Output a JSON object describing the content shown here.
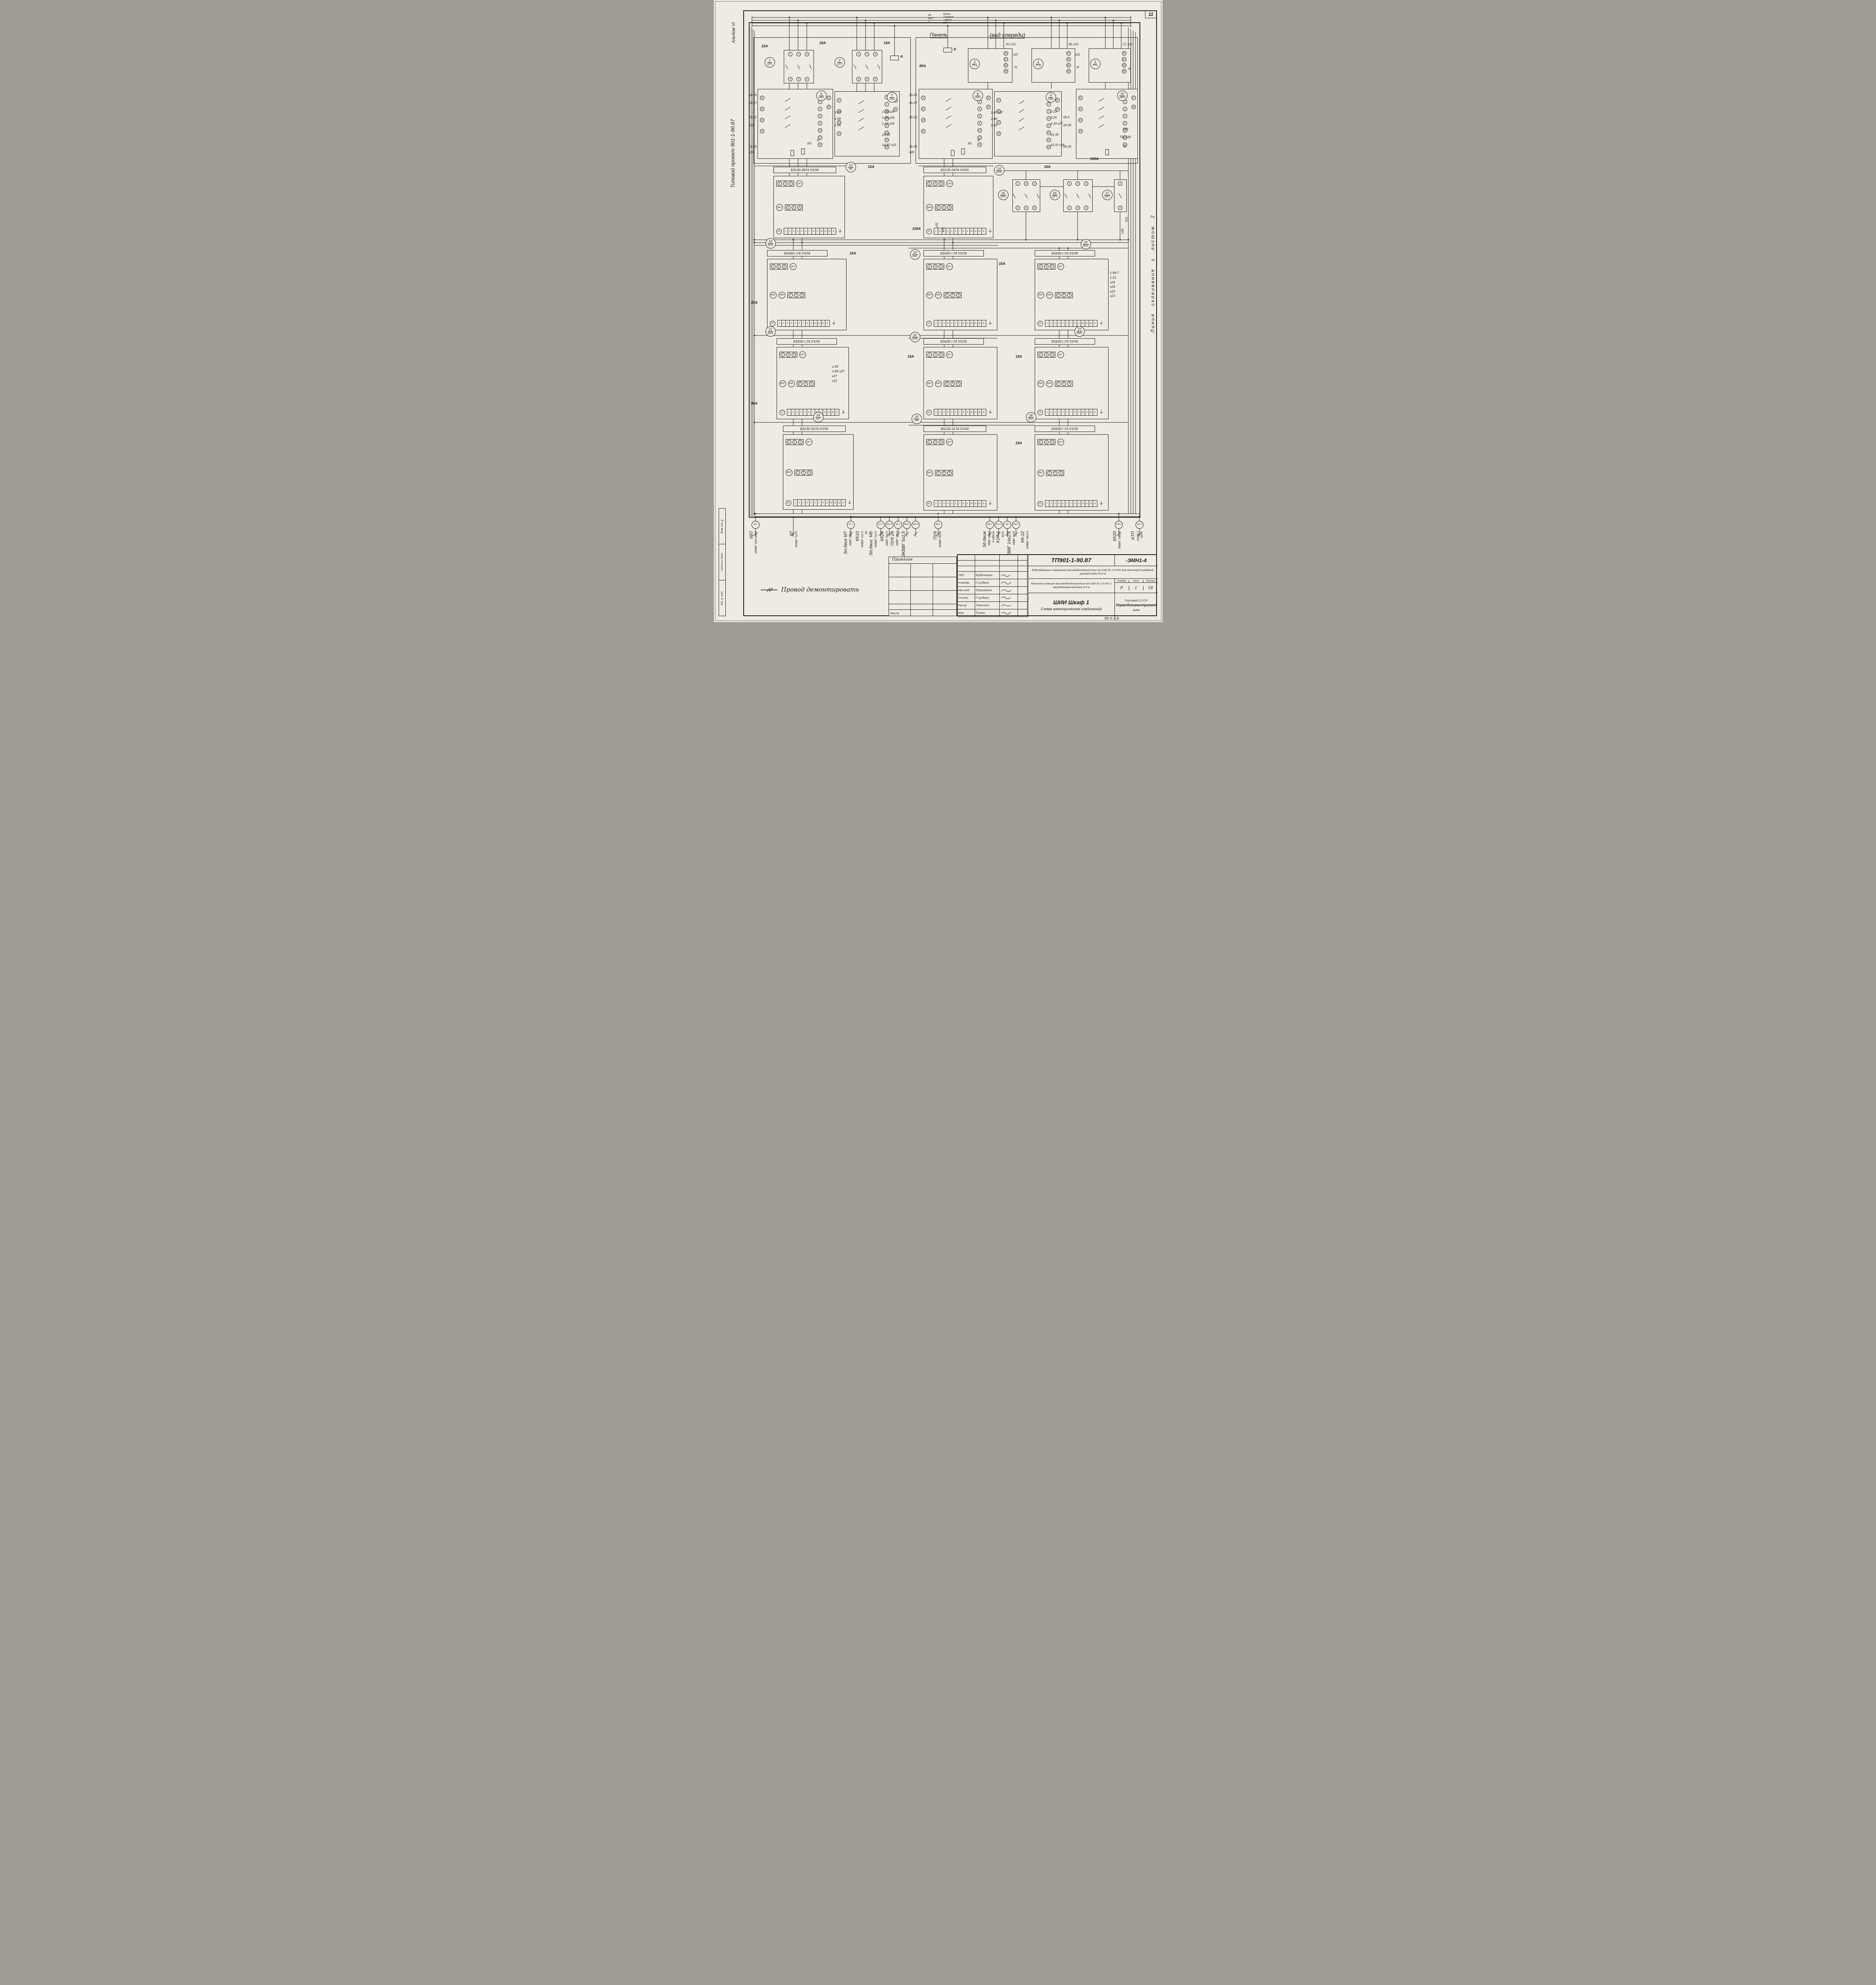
{
  "sheet": {
    "number": "11",
    "album": "Альбом VI",
    "project_side": "Типовой проект 901-1-90.87",
    "glue_line": "Линия склеивания с листом 2",
    "stamp_column": [
      "Взам. инв. №",
      "Подпись и дата",
      "Инв. № подл."
    ],
    "handwritten_date": "90 6.4/6",
    "note": "Провод демонтировать"
  },
  "top": {
    "wire_colors": [
      "КВ",
      "ЖЕЛ",
      "З"
    ],
    "bus_note": [
      "Шины:",
      "силовые",
      "~380 В",
      "100 А"
    ],
    "panel": "Панель",
    "panel_view": "(вид спереди)"
  },
  "common": {
    "top_terms": [
      "1",
      "3",
      "5"
    ],
    "bot_terms": [
      "2",
      "4",
      "6"
    ],
    "one_top": [
      "1"
    ],
    "one_bot": [
      "2"
    ],
    "strip": [
      "1",
      "2",
      "3",
      "4",
      "5",
      "6",
      "7",
      "8",
      "9",
      "10",
      "11",
      "12",
      "N"
    ],
    "relay_left_pins": [
      "11",
      "12",
      "13",
      "14"
    ],
    "relay_right_pins": [
      "21",
      "22"
    ],
    "relay_inner_pins": [
      "1",
      "2",
      "3",
      "4",
      "9",
      "10",
      "12",
      "14"
    ],
    "tt_pins": [
      "Л1",
      "И1",
      "И2",
      "Л2"
    ],
    "x1": "х1",
    "ground": "⏚"
  },
  "components": {
    "c1": {
      "num": "1",
      "tag": "QF4"
    },
    "c2": {
      "num": "2",
      "tag": "QF3"
    },
    "c3": {
      "num": "3",
      "tag": "ТТ-а"
    },
    "c4": {
      "num": "4",
      "tag": "ТТ-В"
    },
    "c5": {
      "num": "5",
      "tag": "ТТ-с"
    },
    "c6": {
      "num": "6",
      "tag": "14К1"
    },
    "c7": {
      "num": "7",
      "tag": "14К2"
    },
    "c8": {
      "num": "8",
      "tag": "15К1"
    },
    "c9": {
      "num": "9",
      "tag": "15К2"
    },
    "c10": {
      "num": "10",
      "tag": "18К3"
    },
    "c13": {
      "num": "13",
      "tag": "М5"
    },
    "c14": {
      "num": "14",
      "tag": "М24"
    },
    "c15": {
      "num": "15",
      "tag": "QF2"
    },
    "c16": {
      "num": "16",
      "tag": "QF1"
    },
    "c17": {
      "num": "17",
      "tag": "QF5"
    },
    "c18": {
      "num": "18",
      "tag": "М10"
    },
    "c19": {
      "num": "19",
      "tag": "М11"
    },
    "c20": {
      "num": "20",
      "tag": "М14"
    },
    "c21": {
      "num": "21",
      "tag": "М15"
    },
    "c22": {
      "num": "22",
      "tag": "М18"
    },
    "c23": {
      "num": "23",
      "tag": "М20"
    },
    "c24": {
      "num": "24",
      "tag": "М7"
    },
    "c25": {
      "num": "25",
      "tag": "М9"
    },
    "c26": {
      "num": "26",
      "tag": "М22"
    }
  },
  "modules": [
    {
      "model": "Б5130-2874 УХЛ4",
      "qf": "QF7",
      "km": "КМ7",
      "km2": ""
    },
    {
      "model": "Б5130-2474 УХЛ4",
      "qf": "QF9",
      "km": "КМ9",
      "km2": ""
    },
    {
      "model": "Б5430-□74 УХЛ4",
      "qf": "QF7",
      "km": "КМ1",
      "km2": "КМ2"
    },
    {
      "model": "Б5430-□74 УХЛ4",
      "qf": "QF7",
      "km": "КМ1",
      "km2": "КМ2"
    },
    {
      "model": "Б5430-□74 УХЛ4",
      "qf": "QF7",
      "km": "КМ1",
      "km2": "КМ2"
    },
    {
      "model": "Б5430-□74 УХЛ4",
      "qf": "QF7",
      "km": "КМ1",
      "km2": "КМ2"
    },
    {
      "model": "Б5430-□74 УХЛ4",
      "qf": "QF7",
      "km": "КМ1",
      "km2": "КМ2"
    },
    {
      "model": "Б5430-□74 УХЛ4",
      "qf": "QF7",
      "km": "КМ1",
      "km2": "КМ2"
    },
    {
      "model": "Б5130-3174 УХЛ4",
      "qf": "QF7",
      "km": "КМ1",
      "km2": ""
    },
    {
      "model": "Б5130-3174 УХЛ4",
      "qf": "QF7",
      "km": "КМ1",
      "km2": ""
    },
    {
      "model": "Б5430-□74 УХЛ4",
      "qf": "QF7",
      "km": "КМ1",
      "km2": ""
    }
  ],
  "amps": [
    "15А",
    "16А",
    "16А",
    "80А",
    "15А",
    "16А",
    "100А",
    "15А",
    "15А",
    "15А",
    "16А",
    "15А",
    "15А",
    "15А",
    "100А",
    "А",
    "А"
  ],
  "wires": [
    "14-25",
    "14-27",
    "14-21",
    "х22",
    "14-35",
    "х23",
    "1-47",
    "1-69",
    "1-55",
    "1-23 х24",
    "1-25 х24",
    "1-19 х24",
    "14-35",
    "14-37 х23",
    "15-25",
    "15-27",
    "15-21",
    "15-35",
    "х26",
    "2-47 х27",
    "2-69",
    "2-55",
    "2-23",
    "2-25",
    "2-19 х27",
    "15-35",
    "15-37 х26",
    "18-3",
    "18-29",
    "18-25",
    "ТТ6",
    "Т21 х30",
    "N",
    "А1 х21",
    "В1 х21",
    "С1 х21",
    "х21",
    "х21",
    "N",
    "N",
    "N",
    "1-69 7",
    "1-51",
    "х24",
    "х24",
    "х23",
    "х23",
    "с-63",
    "2-65 х27",
    "х27",
    "х21",
    "101",
    "х30",
    "КХ",
    "Н",
    "КХ",
    "Н",
    "х31",
    "х31"
  ],
  "bottom": {
    "terminals": [
      "ИЗ",
      "К7-1",
      "К7-1",
      "К10-1",
      "К5-1",
      "И24-1",
      "И24-4",
      "К9-1",
      "И9-1",
      "К11-1",
      "И4",
      "Т22-1",
      "Т2Р-1",
      "И1-3"
    ],
    "cables": [
      {
        "lines": [
          "ЩО",
          "ЭКВВГ 3х4+1х2,5"
        ]
      },
      {
        "lines": [
          "97",
          "ЭКВВГ 7х2,5"
        ]
      },
      {
        "lines": [
          "Эл.двиг М7",
          "АВВГ 3х2,5"
        ]
      },
      {
        "lines": [
          "КК10",
          "ЭКВВГ 1х2,5",
          "95"
        ]
      },
      {
        "lines": [
          "Эл.двиг. М5",
          "ЭКВВГ 7х2,5"
        ]
      },
      {
        "lines": [
          "КК24",
          "АВВГ 3х2,5"
        ]
      },
      {
        "lines": [
          "ПУ9 24",
          "АВВГ 7х2,5"
        ]
      },
      {
        "lines": [
          "ЭКВВГ 5х2,5"
        ]
      },
      {
        "lines": [
          "ПУ9",
          "ЭКВВГ 5х2,5"
        ]
      },
      {
        "lines": [
          "Зд.движ",
          "ЛВВГ 2х2,5",
          "в кабеле"
        ]
      },
      {
        "lines": [
          "К1Р-1",
          "КК11"
        ]
      },
      {
        "lines": [
          "ЭКВВГ 14х2,5",
          "АВВГ 4х10"
        ]
      },
      {
        "lines": [
          "КК-22",
          "ЭКВВГ 14х2,5"
        ]
      },
      {
        "lines": [
          "КК20",
          "ЭКВВГ 14х2,5"
        ]
      },
      {
        "lines": [
          "КТП",
          "шкаф 1",
          "ЧАПУ"
        ]
      }
    ]
  },
  "title_block": {
    "doc_number": "ТП901-1-90.87",
    "doc_code": "-ЭМН1-4",
    "desc1": "Водозаборные сооружения производительностью от 0,62 до 1,5 м³/с для амплитуд колебаний уровней воды до 6 м",
    "desc2": "Насосная станция производительностью от 0,66 до 1,5 м³/с с заглублением машзала 5,4 м",
    "object": "ШИИ  Шкаф 1",
    "doc_title": "Схема электрическая соединений",
    "stage_headers": [
      "Стадия",
      "Лист",
      "Листов"
    ],
    "stage": "Р",
    "sheet": "1",
    "sheets": "18",
    "org1": "Госстрой СССР",
    "org2": "Укрводоканалпроект",
    "org3": "Киев",
    "linked": "Привязан",
    "inv": "Инв.№",
    "roles": [
      {
        "role": "ГИП",
        "name": "Нубатикка"
      },
      {
        "role": "Н.контр",
        "name": "Глузберг"
      },
      {
        "role": "Нач.отд",
        "name": "Передреев"
      },
      {
        "role": "Гл.спец",
        "name": "Глузберг"
      },
      {
        "role": "Рук.гр.",
        "name": "Локошко"
      },
      {
        "role": "Инж.",
        "name": "Тимко"
      }
    ]
  }
}
